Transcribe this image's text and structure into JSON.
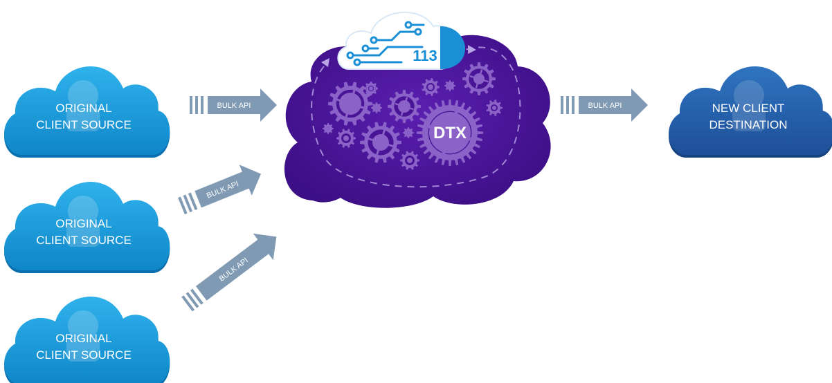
{
  "sources": [
    {
      "label_line1": "ORIGINAL",
      "label_line2": "CLIENT SOURCE"
    },
    {
      "label_line1": "ORIGINAL",
      "label_line2": "CLIENT SOURCE"
    },
    {
      "label_line1": "ORIGINAL",
      "label_line2": "CLIENT SOURCE"
    }
  ],
  "destination": {
    "label_line1": "NEW CLIENT",
    "label_line2": "DESTINATION"
  },
  "hub": {
    "label": "DTX",
    "logo_text": "113"
  },
  "arrows": [
    {
      "label": "BULK API"
    },
    {
      "label": "BULK API"
    },
    {
      "label": "BULK API"
    },
    {
      "label": "BULK API"
    }
  ],
  "colors": {
    "source_cloud": "#1596d6",
    "destination_cloud": "#2360aa",
    "hub_cloud": "#4a1496",
    "gear": "#8a62c8",
    "arrow": "#7f9ab2",
    "logo_blue": "#1a8fd6"
  },
  "icons": [
    "cloud-icon",
    "gear-icon",
    "arrow-icon",
    "logo-113-icon"
  ]
}
